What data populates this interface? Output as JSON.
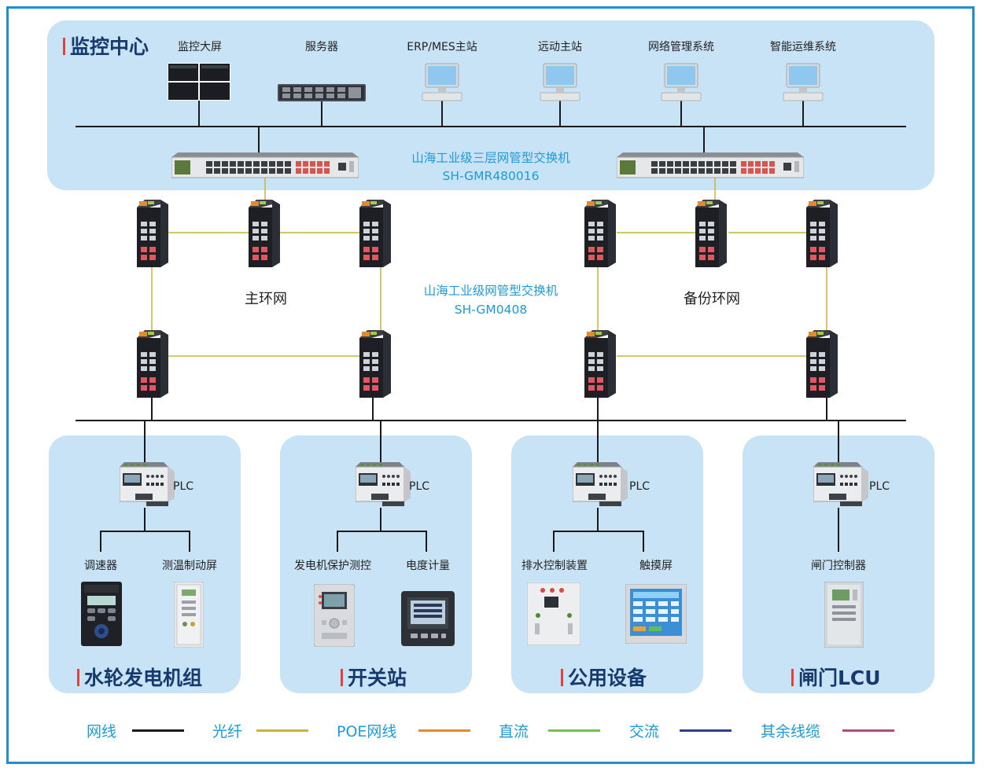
{
  "control_center": {
    "title": "监控中心",
    "devices": [
      {
        "label": "监控大屏",
        "icon": "video-wall-icon"
      },
      {
        "label": "服务器",
        "icon": "server-rack-icon"
      },
      {
        "label": "ERP/MES主站",
        "icon": "computer-icon"
      },
      {
        "label": "远动主站",
        "icon": "computer-icon"
      },
      {
        "label": "网络管理系统",
        "icon": "computer-icon"
      },
      {
        "label": "智能运维系统",
        "icon": "computer-icon"
      }
    ],
    "core_switch": {
      "name": "山海工业级三层网管型交换机",
      "model": "SH-GMR480016"
    }
  },
  "ring_network": {
    "main_ring": "主环网",
    "backup_ring": "备份环网",
    "ring_switch": {
      "name": "山海工业级网管型交换机",
      "model": "SH-GM0408"
    }
  },
  "stations": [
    {
      "title": "水轮发电机组",
      "plc": "PLC",
      "devices": [
        "调速器",
        "测温制动屏"
      ]
    },
    {
      "title": "开关站",
      "plc": "PLC",
      "devices": [
        "发电机保护测控",
        "电度计量"
      ]
    },
    {
      "title": "公用设备",
      "plc": "PLC",
      "devices": [
        "排水控制装置",
        "触摸屏"
      ]
    },
    {
      "title": "闸门LCU",
      "plc": "PLC",
      "devices": [
        "闸门控制器"
      ]
    }
  ],
  "legend": [
    {
      "label": "网线",
      "color": "#1a1a1a"
    },
    {
      "label": "光纤",
      "color": "#c9b43c"
    },
    {
      "label": "POE网线",
      "color": "#e8892c"
    },
    {
      "label": "直流",
      "color": "#77c04a"
    },
    {
      "label": "交流",
      "color": "#2f3f8f"
    },
    {
      "label": "其余线缆",
      "color": "#b8477a"
    }
  ],
  "colors": {
    "accent_blue": "#1f9ad6",
    "title_navy": "#163a6e",
    "panel": "#c8e3f5",
    "frame": "#1f8fd0",
    "title_bar_red": "#e2403c"
  }
}
